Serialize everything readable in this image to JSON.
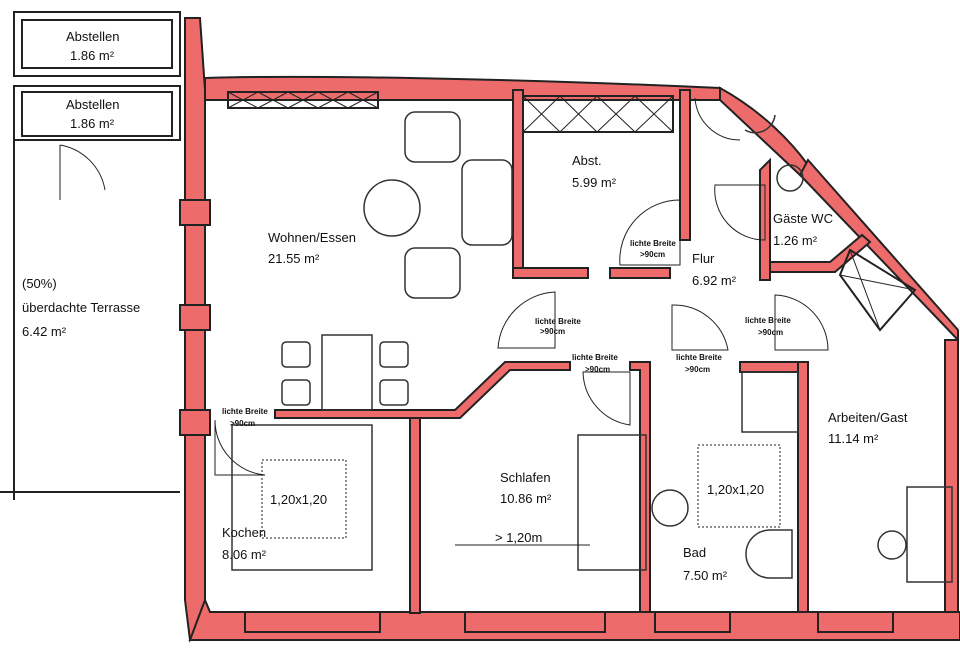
{
  "rooms": {
    "abstellen1": {
      "name": "Abstellen",
      "area": "1.86 m²"
    },
    "abstellen2": {
      "name": "Abstellen",
      "area": "1.86 m²"
    },
    "terrasse": {
      "pct": "(50%)",
      "name": "überdachte Terrasse",
      "area": "6.42 m²"
    },
    "wohnen": {
      "name": "Wohnen/Essen",
      "area": "21.55 m²"
    },
    "abst": {
      "name": "Abst.",
      "area": "5.99 m²"
    },
    "flur": {
      "name": "Flur",
      "area": "6.92 m²"
    },
    "gaeste_wc": {
      "name": "Gäste WC",
      "area": "1.26 m²"
    },
    "arbeiten": {
      "name": "Arbeiten/Gast",
      "area": "11.14 m²"
    },
    "kochen": {
      "name": "Kochen",
      "area": "8.06 m²"
    },
    "schlafen": {
      "name": "Schlafen",
      "area": "10.86 m²"
    },
    "bad": {
      "name": "Bad",
      "area": "7.50 m²"
    }
  },
  "door_notes": {
    "line1": "lichte Breite",
    "line2": ">90cm"
  },
  "marks": {
    "kochen_zone": "1,20x1,20",
    "bad_zone": "1,20x1,20",
    "bed_width": "> 1,20m"
  },
  "colors": {
    "wall": "#ee6b6b",
    "line": "#222222"
  }
}
